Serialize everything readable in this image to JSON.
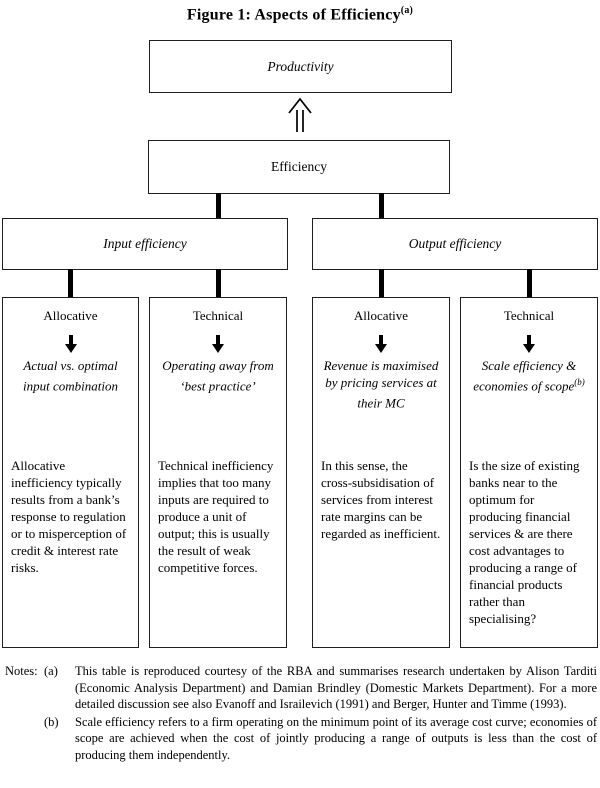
{
  "figure": {
    "title": "Figure 1: Aspects of Efficiency",
    "title_superscript": "(a)"
  },
  "colors": {
    "background": "#ffffff",
    "text": "#000000",
    "box_border": "#1f1f1f",
    "connector": "#000000"
  },
  "diagram": {
    "productivity_label": "Productivity",
    "efficiency_label": "Efficiency",
    "input_efficiency_label": "Input efficiency",
    "output_efficiency_label": "Output efficiency",
    "columns": [
      {
        "header": "Allocative",
        "summary": "Actual vs. optimal input combination",
        "summary_sup": "",
        "body": "Allocative inefficiency typically results from a bank’s response to regulation or to misperception of credit & interest rate risks."
      },
      {
        "header": "Technical",
        "summary": "Operating away from ‘best practice’",
        "summary_sup": "",
        "body": "Technical inefficiency implies that too many inputs are required to produce a unit of output; this is usually the result of weak competitive forces."
      },
      {
        "header": "Allocative",
        "summary": "Revenue is maximised by pricing services at their MC",
        "summary_sup": "",
        "body": "In this sense, the cross-subsidisation of services from interest rate margins can be regarded as inefficient."
      },
      {
        "header": "Technical",
        "summary": "Scale efficiency & economies of scope",
        "summary_sup": "(b)",
        "body": "Is the size of existing banks near to the optimum for producing financial services & are there cost advantages to producing a range of financial products rather than specialising?"
      }
    ]
  },
  "notes": {
    "label": "Notes:",
    "items": [
      {
        "marker": "(a)",
        "text": "This table is reproduced courtesy of the RBA and summarises research undertaken by Alison Tarditi (Economic Analysis Department) and Damian Brindley (Domestic Markets Department). For a more detailed discussion see also Evanoff and Israilevich (1991) and Berger, Hunter and Timme (1993)."
      },
      {
        "marker": "(b)",
        "text": "Scale efficiency refers to a firm operating on the minimum point of its average cost curve; economies of scope are achieved when the cost of jointly producing a range of outputs is less than the cost of producing them independently."
      }
    ]
  }
}
